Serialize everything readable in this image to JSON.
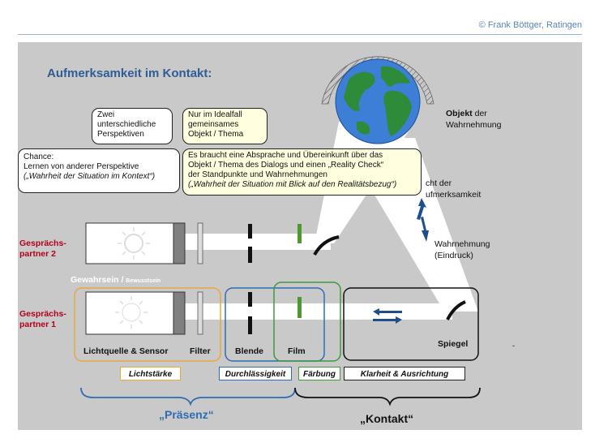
{
  "copyright": "© Frank Böttger, Ratingen",
  "title": "Aufmerksamkeit im Kontakt:",
  "notes": {
    "two_perspectives": [
      "Zwei",
      "unterschiedliche",
      "Perspektiven"
    ],
    "ideal_case": [
      "Nur im Idealfall",
      "gemeinsames",
      "Objekt / Thema"
    ],
    "chance": [
      "Chance:",
      "Lernen von anderer Perspektive",
      "(„Wahrheit der Situation im Kontext“)"
    ],
    "agreement": [
      "Es braucht eine Absprache und Übereinkunft über das",
      "Objekt / Thema des Dialogs und einen „Reality Check“",
      "der Standpunkte und Wahrnehmungen",
      "(„Wahrheit der Situation mit Blick auf den Realitätsbezug“)"
    ]
  },
  "object": {
    "bold": "Objekt",
    "rest": " der",
    "line2": "Wahrnehmung"
  },
  "attention_text": [
    "cht der",
    "ufmerksamkeit"
  ],
  "perception_text": [
    "Wahrnehmung",
    "(Eindruck)"
  ],
  "partners": {
    "p2": [
      "Gesprächs-",
      "partner 2"
    ],
    "p1": [
      "Gesprächs-",
      "partner 1"
    ]
  },
  "awareness": {
    "main": "Gewahrsein / ",
    "small": "Bewusstsein"
  },
  "components": {
    "light": "Lichtquelle & Sensor",
    "filter": "Filter",
    "aperture": "Blende",
    "film": "Film",
    "mirror": "Spiegel"
  },
  "qualities": {
    "intensity": "Lichtstärke",
    "permeability": "Durchlässigkeit",
    "coloring": "Färbung",
    "clarity": "Klarheit & Ausrichtung"
  },
  "sections": {
    "presence": "„Präsenz“",
    "contact": "„Kontakt“"
  },
  "dash_mark": "-",
  "colors": {
    "title": "#2e5c96",
    "red": "#b3001b",
    "orange": "#e8a83a",
    "blue": "#2e6db3",
    "green": "#3d9a3d",
    "arrow": "#1f4e8c",
    "panel": "#c8c8c8"
  }
}
